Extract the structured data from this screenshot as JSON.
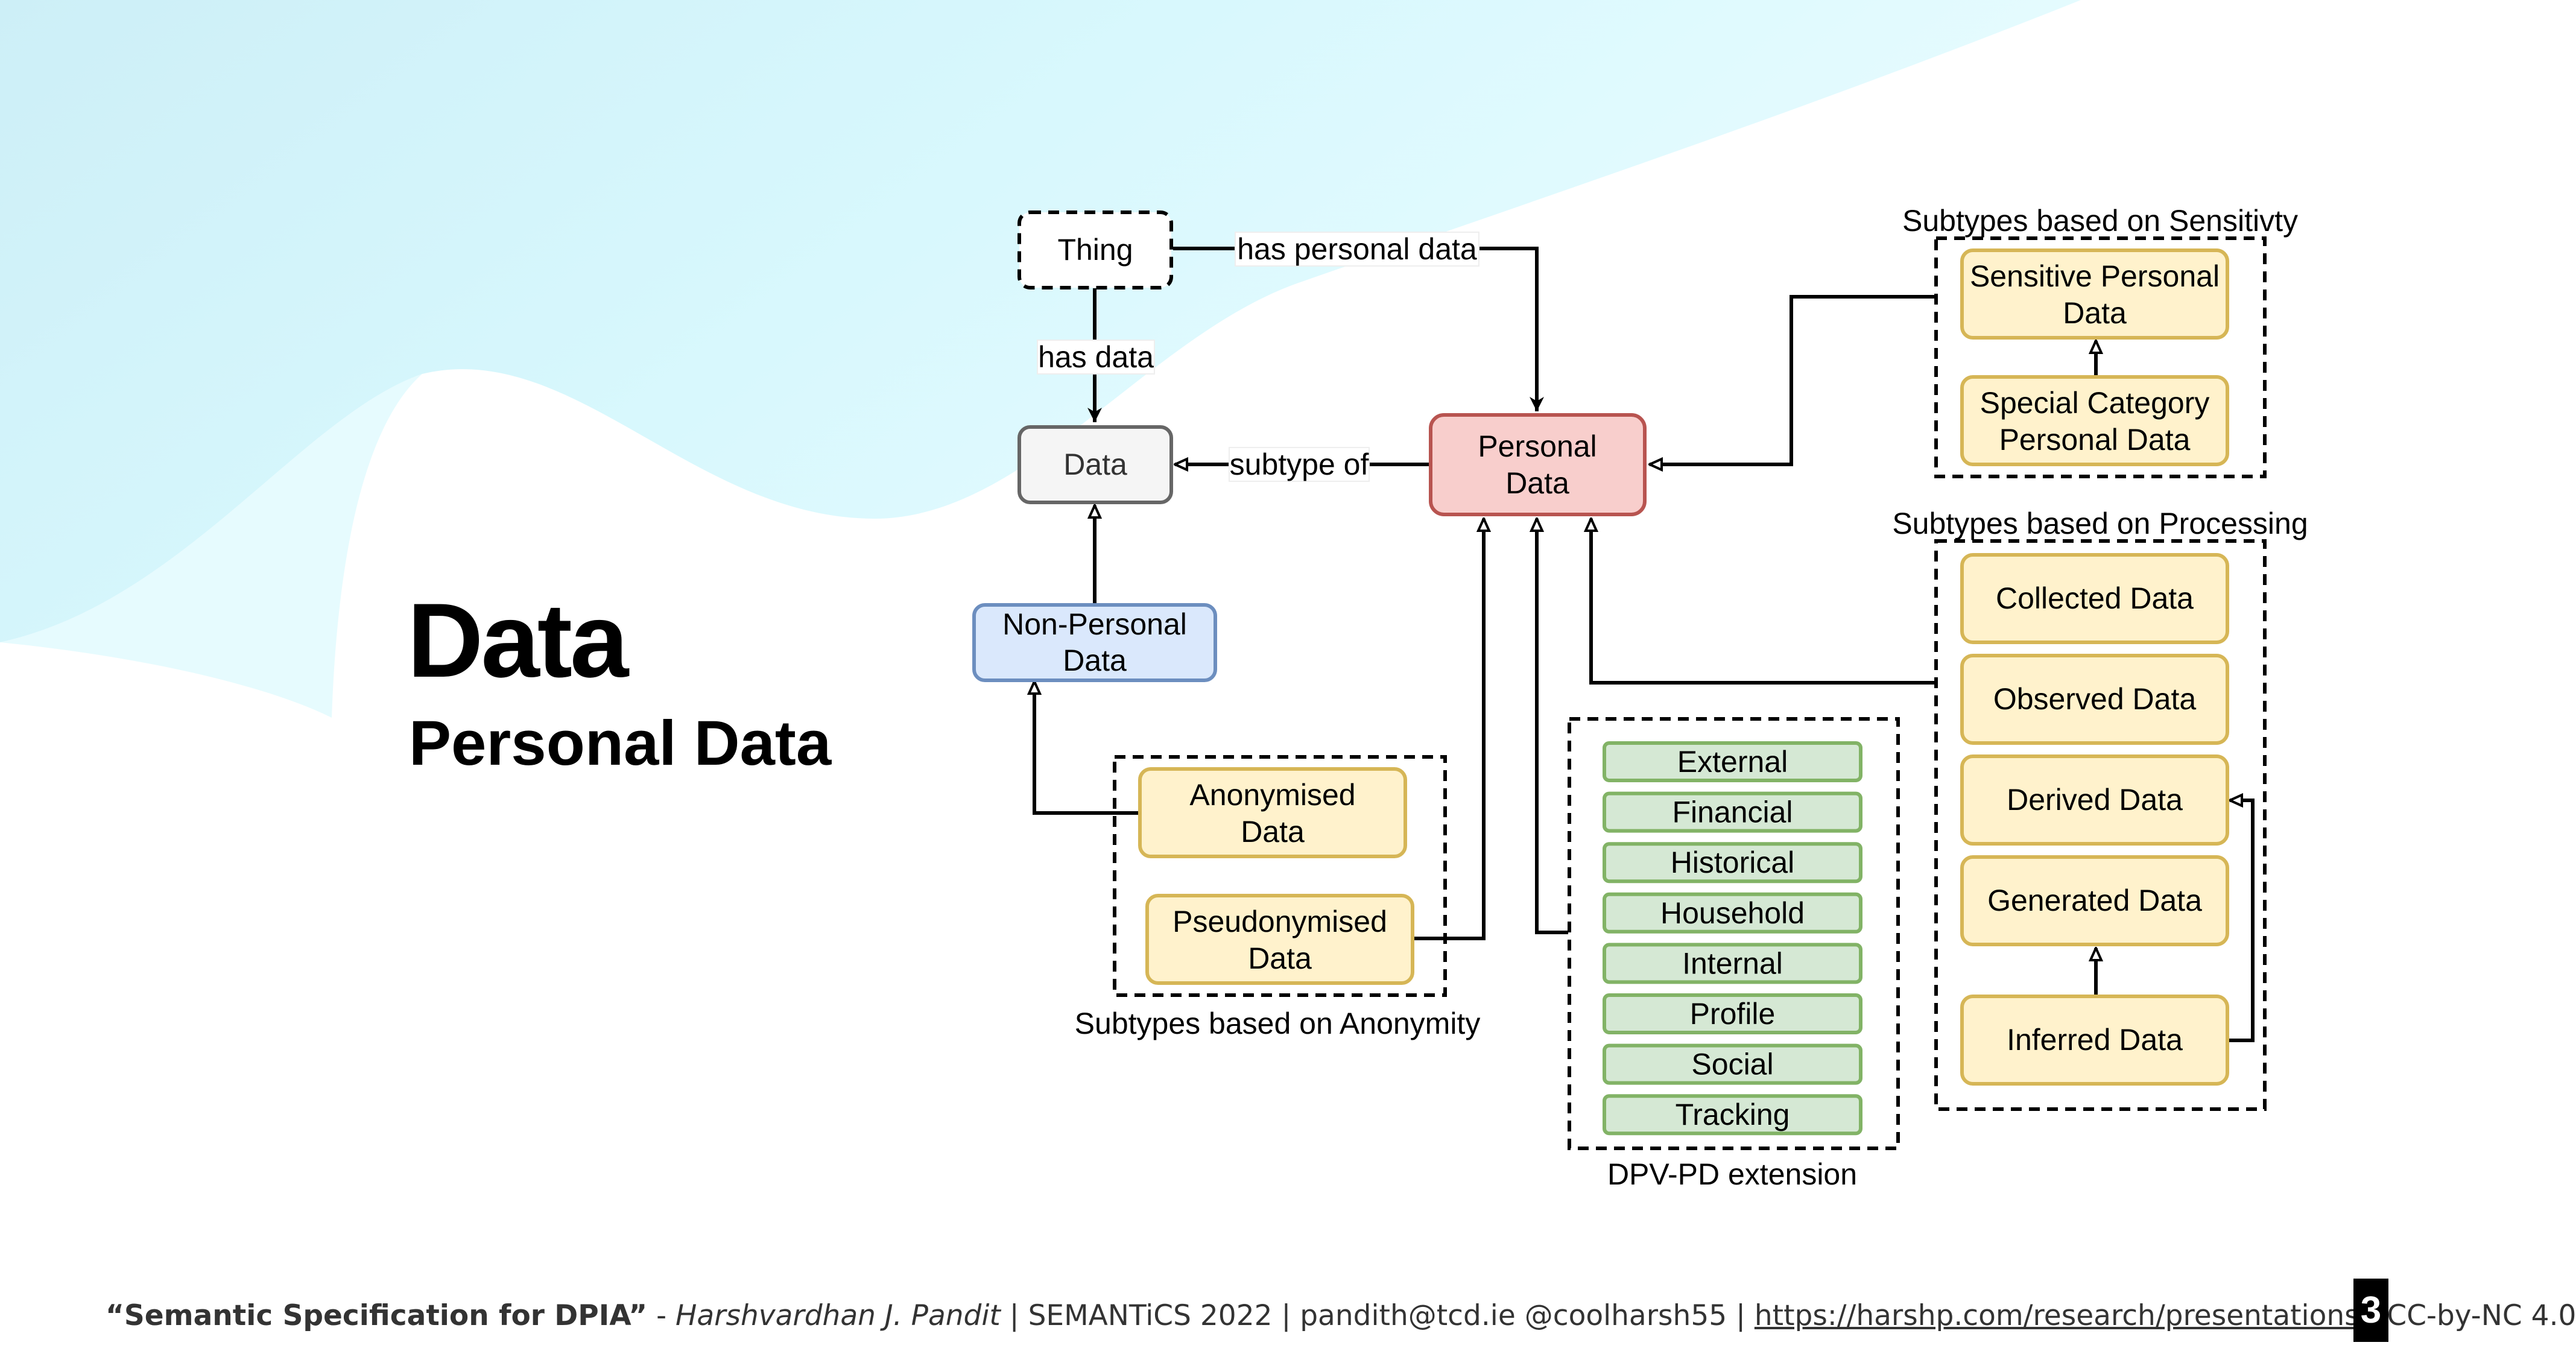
{
  "slide": {
    "title": "Data",
    "subtitle": "Personal Data",
    "page_number": "3"
  },
  "footer": {
    "title": "“Semantic Specification for DPIA”",
    "dash": " - ",
    "author": "Harshvardhan J. Pandit",
    "sep1": " | ",
    "venue": "SEMANTiCS 2022",
    "sep2": " | ",
    "email": "pandith@tcd.ie",
    "space": " ",
    "handle": "@coolharsh55",
    "sep3": " | ",
    "link": "https://harshp.com/research/presentations",
    "sep4": " | ",
    "license": "CC-by-NC 4.0"
  },
  "diagram": {
    "nodes": {
      "thing": "Thing",
      "data": "Data",
      "personal_data": [
        "Personal",
        "Data"
      ],
      "non_personal_data": [
        "Non-Personal",
        "Data"
      ],
      "anonymised_data": [
        "Anonymised",
        "Data"
      ],
      "pseudonymised_data": [
        "Pseudonymised",
        "Data"
      ],
      "sensitive_personal_data": [
        "Sensitive Personal",
        "Data"
      ],
      "special_category_personal_data": [
        "Special Category",
        "Personal Data"
      ],
      "collected_data": "Collected Data",
      "observed_data": "Observed Data",
      "derived_data": "Derived Data",
      "generated_data": "Generated Data",
      "inferred_data": "Inferred Data"
    },
    "edge_labels": {
      "has_personal_data": "has personal data",
      "has_data": "has data",
      "subtype_of": "subtype of"
    },
    "groups": {
      "sensitivity": "Subtypes based on Sensitivty",
      "processing": "Subtypes based on Processing",
      "anonymity": "Subtypes based on Anonymity",
      "dpv_pd": "DPV-PD extension"
    },
    "dpv_pd_items": [
      "External",
      "Financial",
      "Historical",
      "Household",
      "Internal",
      "Profile",
      "Social",
      "Tracking"
    ],
    "colors": {
      "yellow_fill": "#fff2cc",
      "yellow_stroke": "#d6b656",
      "green_fill": "#d5e8d4",
      "green_stroke": "#82b366",
      "red_fill": "#f8cecc",
      "red_stroke": "#b85450",
      "blue_fill": "#dae8fc",
      "blue_stroke": "#6c8ebf",
      "grey_fill": "#f5f5f5",
      "grey_stroke": "#666666"
    }
  }
}
